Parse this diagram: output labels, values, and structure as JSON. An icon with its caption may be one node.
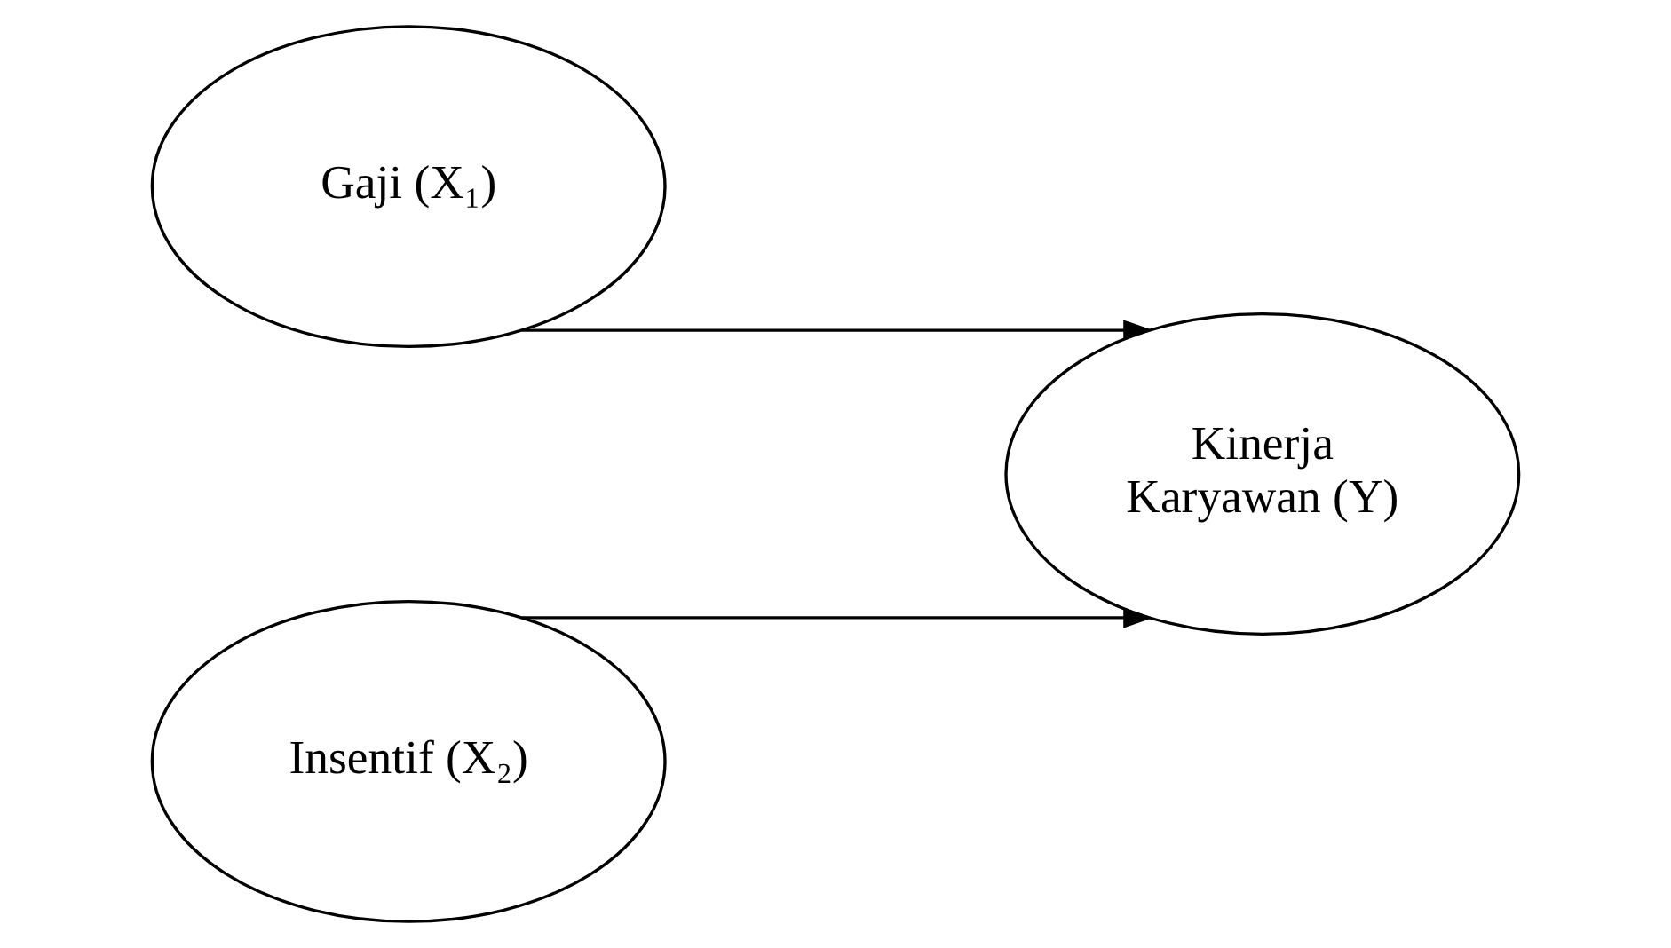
{
  "diagram": {
    "nodes": [
      {
        "text": [
          "Gaji (X₁)"
        ]
      },
      {
        "text": [
          "Insentif (X₂)"
        ]
      },
      {
        "text": [
          "Kinerja Karyawan (Y)"
        ]
      }
    ],
    "edges": [
      {
        "from": 0,
        "to": 2,
        "arrow": "to"
      },
      {
        "from": 1,
        "to": 2,
        "arrow": "to"
      }
    ]
  }
}
